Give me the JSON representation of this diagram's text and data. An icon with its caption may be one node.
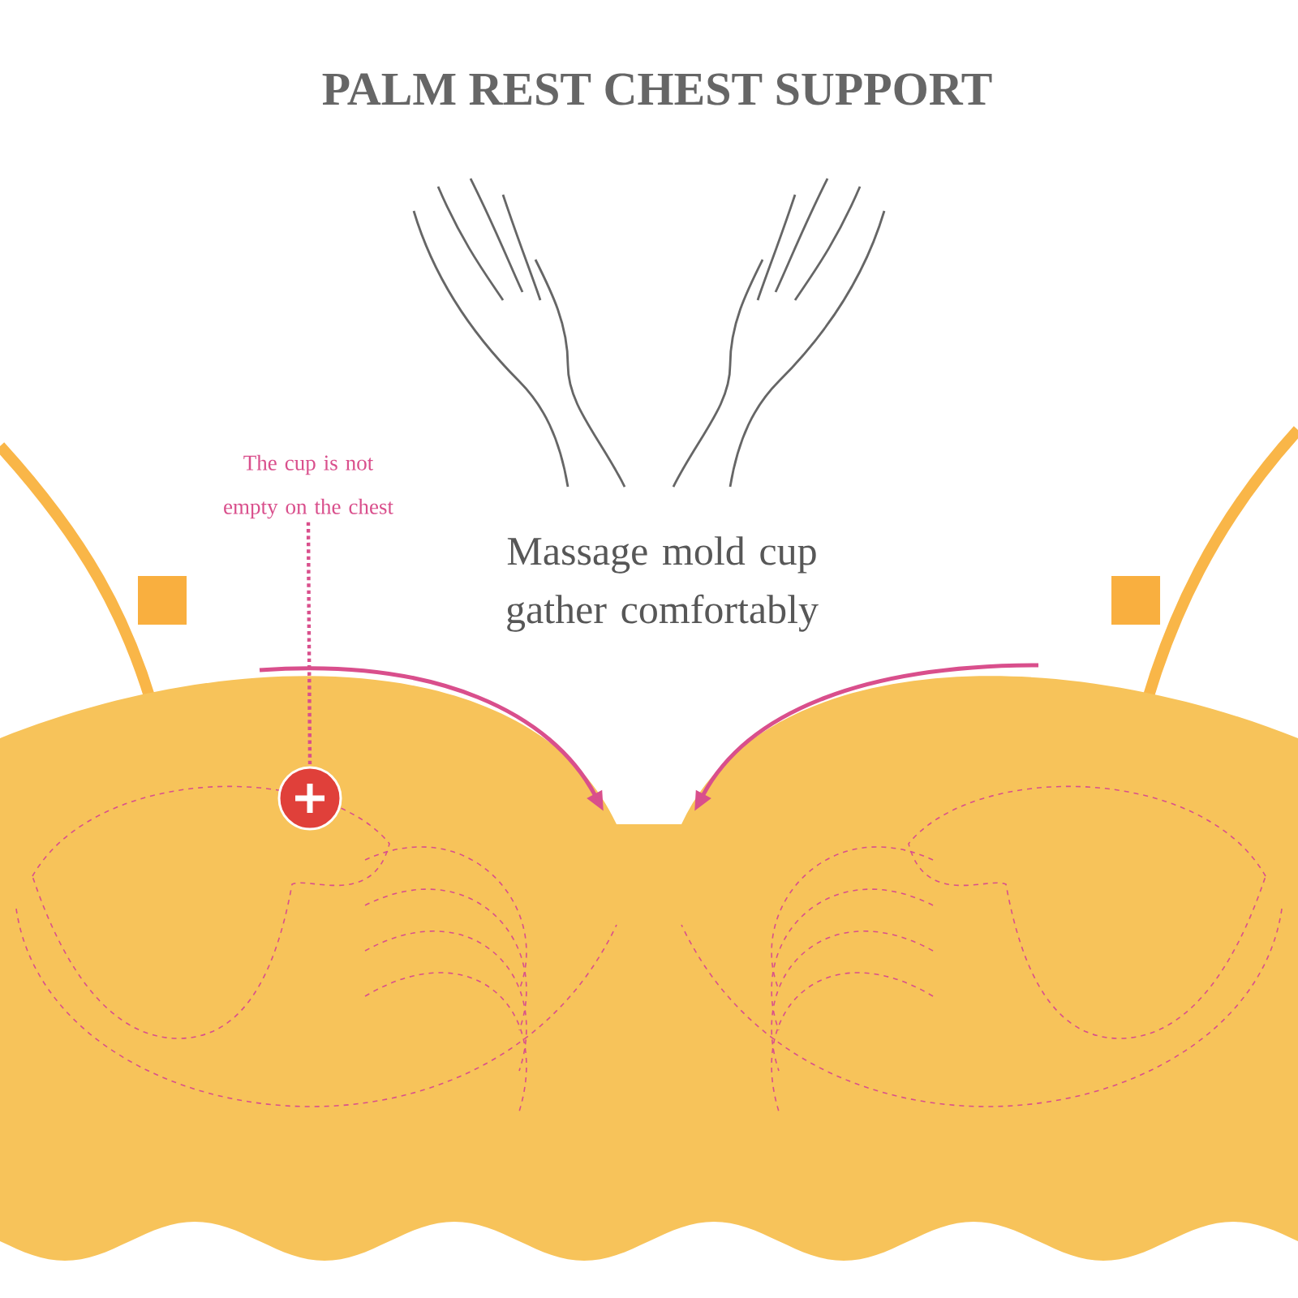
{
  "diagram": {
    "title": "PALM REST CHEST SUPPORT",
    "nodes": [
      {
        "text": [
          "The cup is not empty on the chest"
        ]
      },
      {
        "text": [],
        "shape": "circle"
      }
    ],
    "edges": [
      {
        "from": 0,
        "to": 1,
        "arrow": "none",
        "style": "dashed"
      }
    ],
    "labels": [
      "Massage mold cup gather comfortably"
    ]
  }
}
